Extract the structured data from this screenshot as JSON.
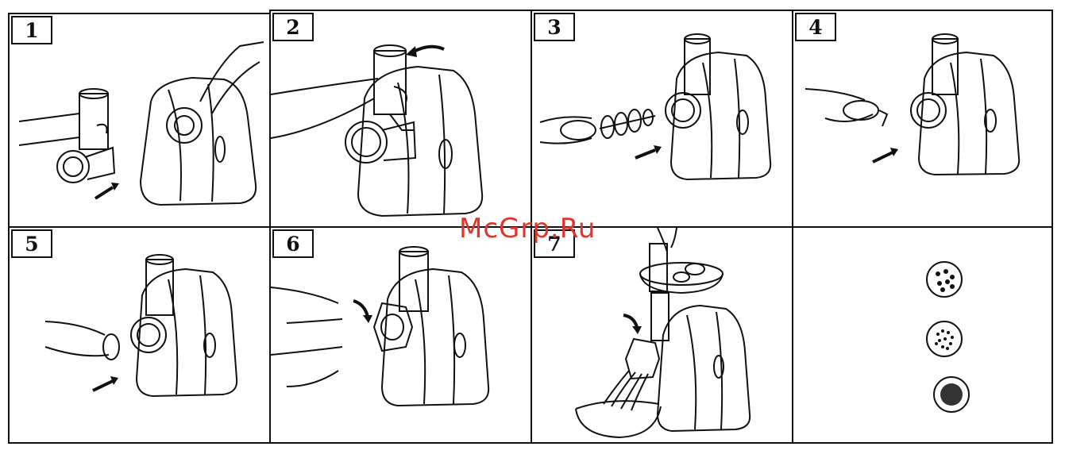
{
  "steps": [
    {
      "number": "1"
    },
    {
      "number": "2"
    },
    {
      "number": "3"
    },
    {
      "number": "4"
    },
    {
      "number": "5"
    },
    {
      "number": "6"
    },
    {
      "number": "7"
    }
  ],
  "watermark": "McGrp.Ru",
  "colors": {
    "ink": "#111111",
    "watermark": "#e0352b",
    "paper": "#ffffff"
  }
}
